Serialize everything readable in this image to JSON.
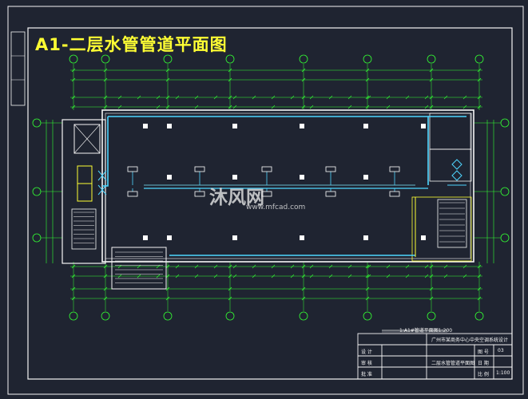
{
  "drawing_title": "A1-二层水管管道平面图",
  "watermark": {
    "text": "沐风网",
    "url": "www.mfcad.com"
  },
  "scale_note": "1:A1#管道平面图1:200",
  "title_block": {
    "project": "广州市某商务中心中央空调系统设计",
    "drawing_name": "二层水管管道平面图",
    "drawing_no": "03",
    "label_designer": "设 计",
    "label_checker": "审 核",
    "label_approver": "批 准",
    "label_number": "图 号",
    "label_date": "日 期",
    "label_scale": "比 例",
    "scale": "1:100"
  },
  "colors": {
    "background": "#1f2431",
    "frame": "#f5f5f5",
    "wall": "#f5f5f5",
    "pipe": "#4fd6ff",
    "dimension": "#33ff33",
    "grid": "#33ff33",
    "accent": "#ffff33",
    "outlet": "#ffffff"
  }
}
